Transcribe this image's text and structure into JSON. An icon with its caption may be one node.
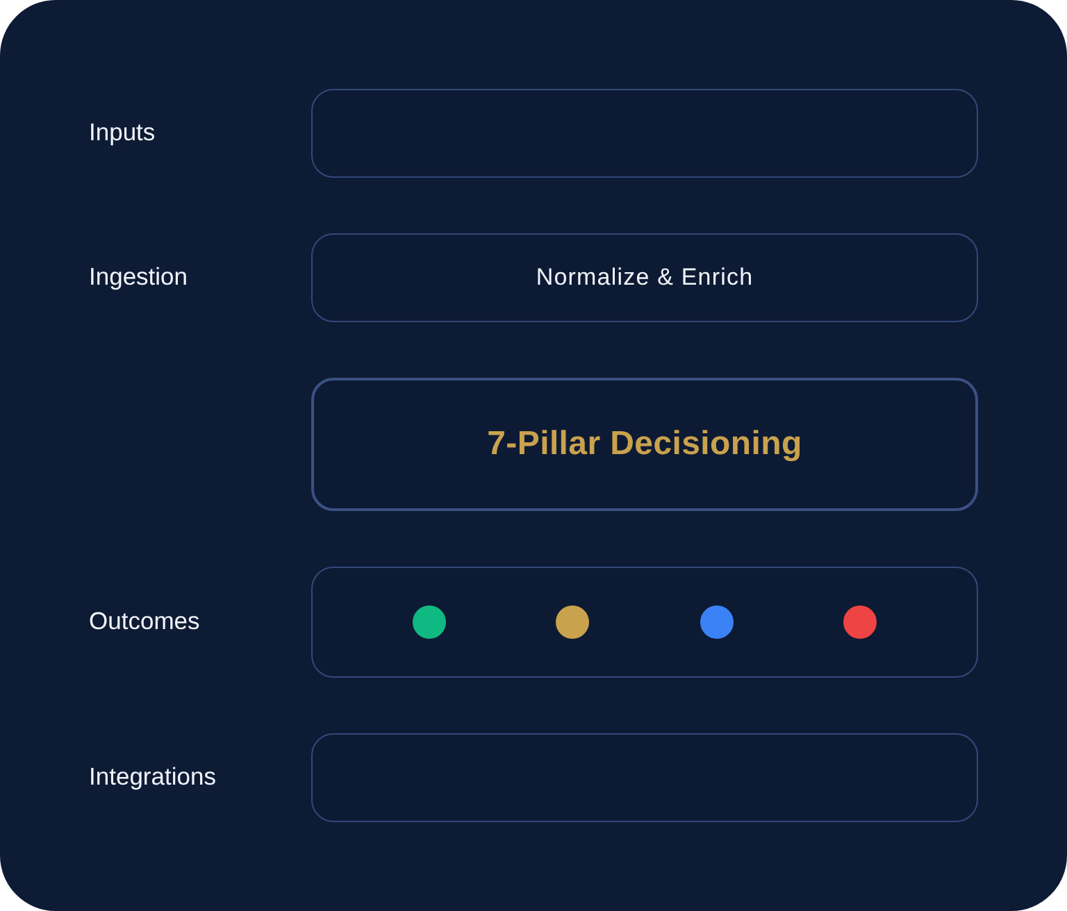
{
  "diagram": {
    "nodes": [
      {
        "text": [],
        "shape": "box"
      },
      {
        "text": [
          "Normalize & Enrich"
        ]
      },
      {
        "text": [
          "7-Pillar Decisioning"
        ]
      },
      {
        "text": [],
        "shape": "box"
      },
      {
        "text": [],
        "shape": "circle",
        "in": 3
      },
      {
        "text": [],
        "shape": "circle",
        "in": 3
      },
      {
        "text": [],
        "shape": "circle",
        "in": 3
      },
      {
        "text": [],
        "shape": "circle",
        "in": 3
      },
      {
        "text": [],
        "shape": "box"
      }
    ],
    "labels": [
      "Inputs",
      "Ingestion",
      "Outcomes",
      "Integrations"
    ]
  }
}
